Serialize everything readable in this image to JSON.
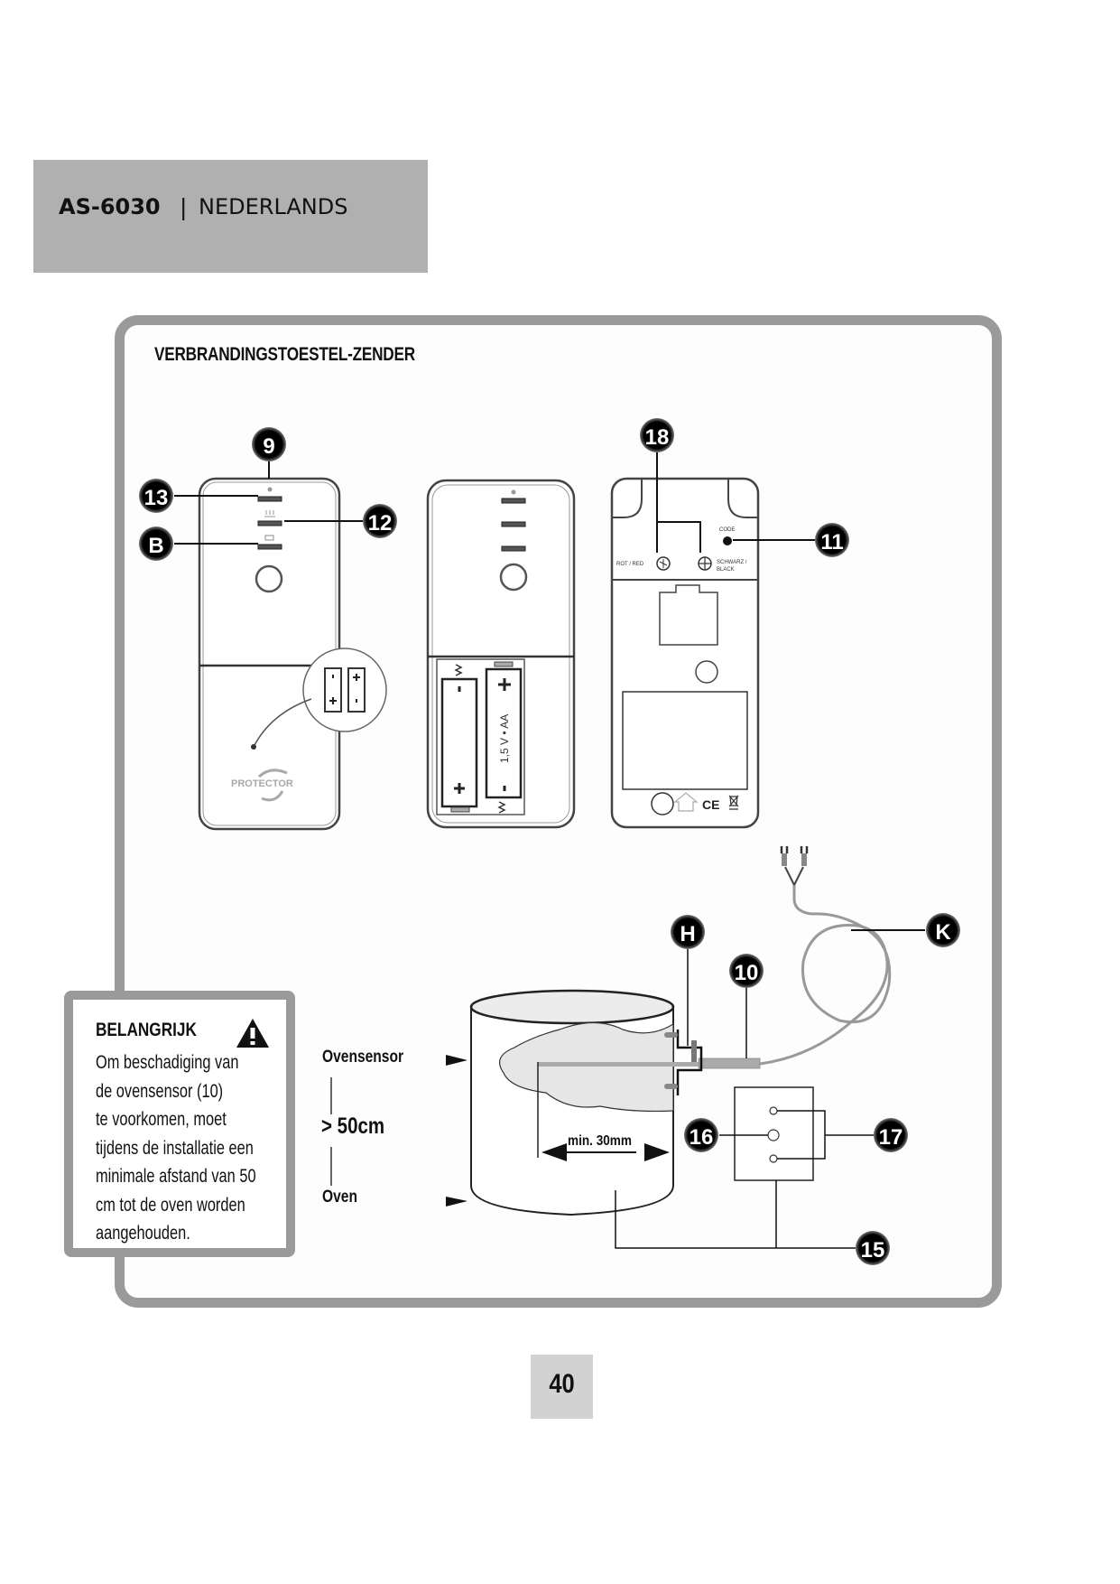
{
  "header": {
    "model": "AS-6030",
    "separator": "|",
    "language": "NEDERLANDS"
  },
  "section": {
    "title": "VERBRANDINGSTOESTEL-ZENDER"
  },
  "callouts": {
    "c9": "9",
    "c13": "13",
    "cB": "B",
    "c12": "12",
    "c18": "18",
    "c11": "11",
    "cH": "H",
    "c10": "10",
    "cK": "K",
    "c16": "16",
    "c17": "17",
    "c15": "15"
  },
  "device_labels": {
    "brand": "PROTECTOR",
    "battery_label": "1,5 V • AA",
    "terminal_red": "ROT / RED",
    "terminal_black_line1": "SCHWARZ /",
    "terminal_black_line2": "BLACK",
    "code_button": "CODE",
    "ce_mark": "CE"
  },
  "installation": {
    "sensor_label": "Ovensensor",
    "distance_label": "> 50cm",
    "oven_label": "Oven",
    "min_distance_label": "min. 30mm"
  },
  "note": {
    "title": "BELANGRIJK",
    "lines": [
      "Om beschadiging van",
      "de ovensensor (10)",
      "te voorkomen, moet",
      "tijdens de installatie een",
      "minimale afstand van 50",
      "cm tot de oven worden",
      "aangehouden."
    ]
  },
  "footer": {
    "page_number": "40"
  }
}
